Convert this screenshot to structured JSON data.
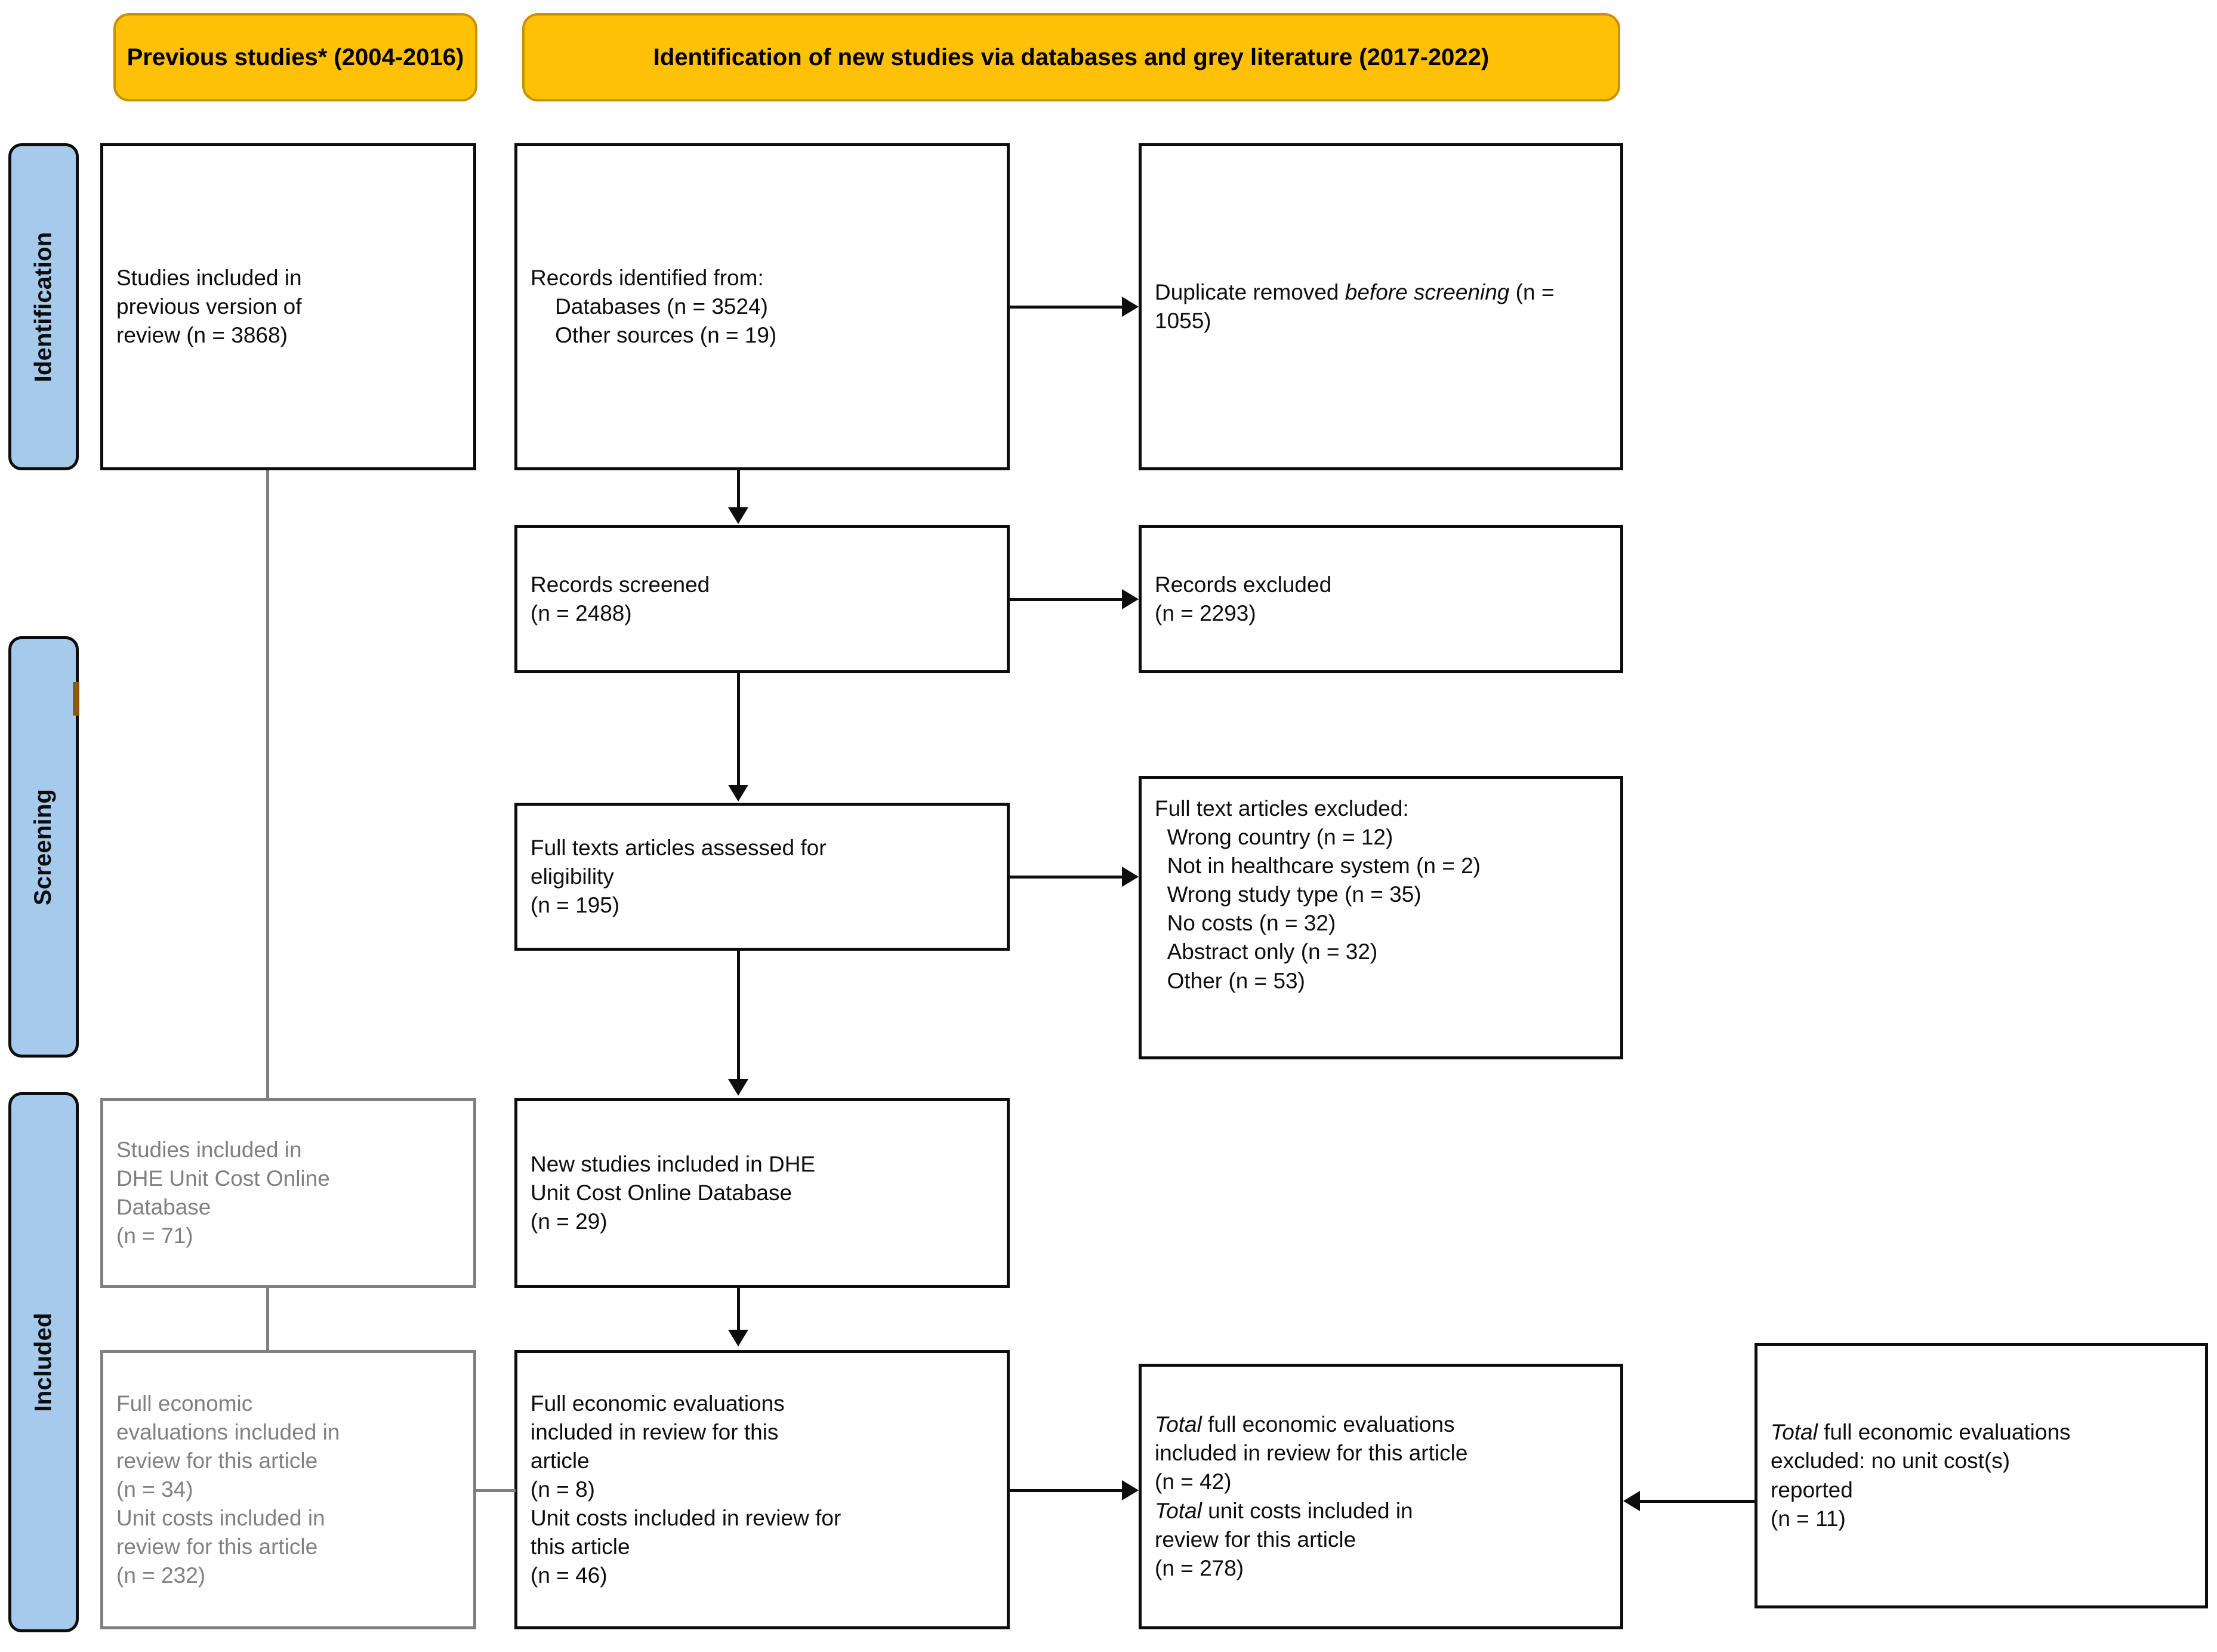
{
  "diagram": {
    "type": "prisma-flow-diagram",
    "title_bars": {
      "previous_studies": "Previous studies*\n(2004-2016)",
      "new_studies": "Identification of new studies via databases and grey literature (2017-2022)"
    },
    "stage_labels": {
      "identification": "Identification",
      "screening": "Screening",
      "included": "Included"
    },
    "boxes": {
      "prev_included": "Studies included in\nprevious version of\nreview (n = 3868)",
      "records_identified": "Records identified from:\n    Databases (n = 3524)\n    Other sources (n = 19)",
      "duplicates_removed_pre": "Duplicate removed ",
      "duplicates_removed_em": "before screening",
      "duplicates_removed_post": " (n = 1055)",
      "records_screened": "Records screened\n(n = 2488)",
      "records_excluded": "Records excluded\n(n = 2293)",
      "full_text_assessed": "Full texts articles assessed for\neligibility\n(n = 195)",
      "full_text_excluded": "Full text articles excluded:\n  Wrong country (n = 12)\n  Not in healthcare system (n = 2)\n  Wrong study type (n = 35)\n  No costs (n = 32)\n  Abstract only (n = 32)\n  Other (n = 53)",
      "prev_db_included": "Studies included in\nDHE Unit Cost Online\nDatabase\n(n = 71)",
      "new_db_included": "New studies included in DHE\nUnit Cost Online Database\n(n = 29)",
      "prev_full_econ": "Full economic\nevaluations included in\nreview for this article\n(n = 34)\nUnit costs included in\nreview for this article\n(n = 232)",
      "new_full_econ": "Full economic evaluations\nincluded in review for this\narticle\n(n = 8)\nUnit costs included in review for\nthis article\n(n = 46)",
      "total_included_em1": "Total",
      "total_included_mid": " full economic evaluations\nincluded in review for this article\n(n = 42)\n",
      "total_included_em2": "Total",
      "total_included_end": " unit costs included in\nreview for this article\n(n = 278)",
      "total_excluded_em": "Total",
      "total_excluded_rest": " full economic evaluations\nexcluded: no unit cost(s)\nreported\n(n = 11)"
    },
    "counts": {
      "previous_review_n": 3868,
      "databases_n": 3524,
      "other_sources_n": 19,
      "duplicates_removed_n": 1055,
      "records_screened_n": 2488,
      "records_excluded_n": 2293,
      "full_text_assessed_n": 195,
      "excluded_wrong_country_n": 12,
      "excluded_not_healthcare_n": 2,
      "excluded_wrong_study_type_n": 35,
      "excluded_no_costs_n": 32,
      "excluded_abstract_only_n": 32,
      "excluded_other_n": 53,
      "prev_db_included_n": 71,
      "new_db_included_n": 29,
      "prev_full_econ_n": 34,
      "prev_unit_costs_n": 232,
      "new_full_econ_n": 8,
      "new_unit_costs_n": 46,
      "total_full_econ_n": 42,
      "total_unit_costs_n": 278,
      "total_excluded_n": 11
    },
    "colors": {
      "header_fill": "#FFC107",
      "header_border": "#C79100",
      "stage_fill": "#A6CAEC",
      "stage_border": "#0D0D0D",
      "box_border": "#0D0D0D",
      "box_border_muted": "#808080",
      "text": "#0D0D0D",
      "text_muted": "#808080",
      "tick": "#8B5A10"
    }
  }
}
